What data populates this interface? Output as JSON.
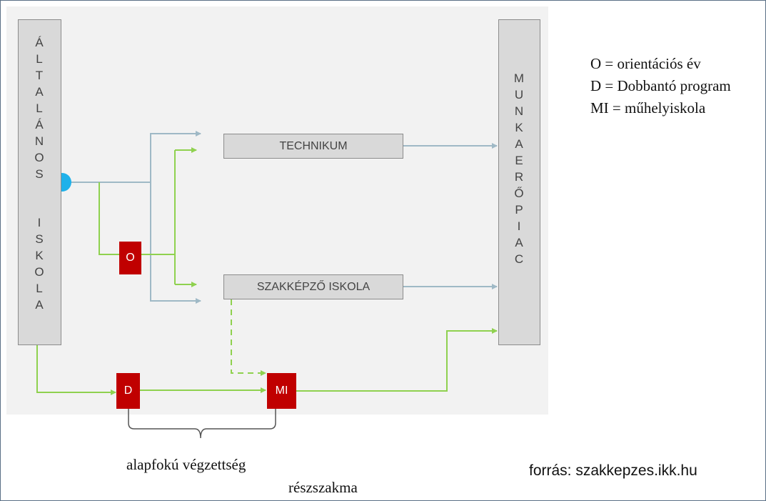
{
  "diagram": {
    "left_bar_letters": [
      "Á",
      "L",
      "T",
      "A",
      "L",
      "Á",
      "N",
      "O",
      "S",
      "",
      "I",
      "S",
      "K",
      "O",
      "L",
      "A"
    ],
    "right_bar_letters": [
      "M",
      "U",
      "N",
      "K",
      "A",
      "E",
      "R",
      "Ő",
      "P",
      "I",
      "A",
      "C"
    ],
    "boxes": {
      "technikum": "TECHNIKUM",
      "szakkepzo": "SZAKKÉPZŐ ISKOLA",
      "o": "O",
      "d": "D",
      "mi": "MI"
    },
    "colors": {
      "blue_line": "#9fb9c6",
      "green_line": "#8fd14f",
      "red_box": "#c00000",
      "node": "#1fb1ea",
      "panel": "#f2f2f2"
    }
  },
  "legend": {
    "line1": "O = orientációs év",
    "line2": "D = Dobbantó program",
    "line3": "MI = műhelyiskola"
  },
  "labels": {
    "alapfoku": "alapfokú végzettség",
    "reszszakma": "részszakma"
  },
  "source": "forrás: szakkepzes.ikk.hu"
}
